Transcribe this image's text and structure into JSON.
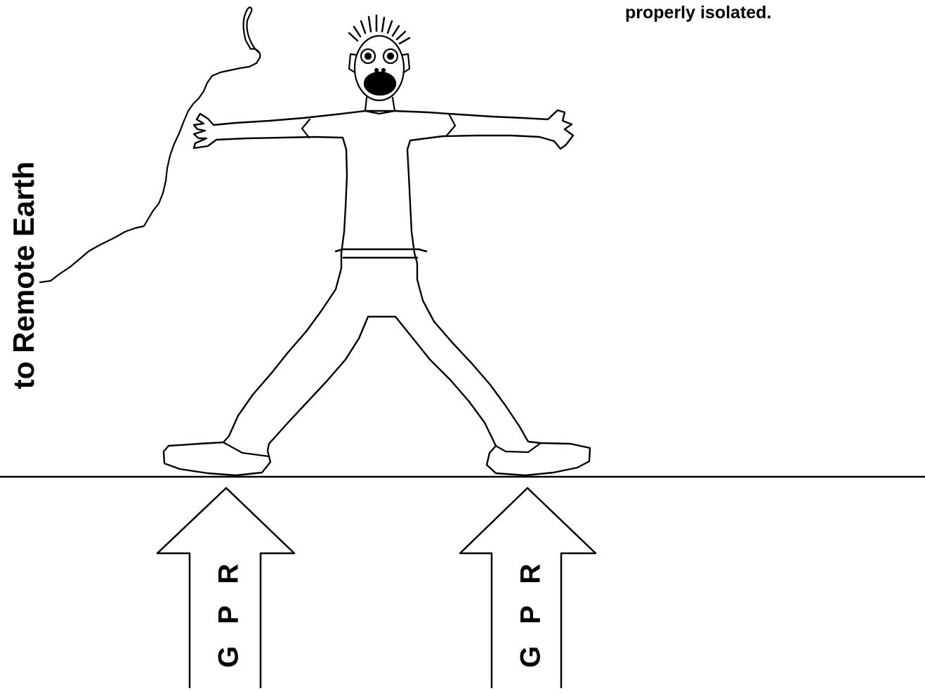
{
  "caption": "properly isolated.",
  "remote_earth_label": "to Remote Earth",
  "gpr_arrows": [
    {
      "label": "G P R"
    },
    {
      "label": "G P R"
    }
  ],
  "colors": {
    "stroke": "#000000",
    "background": "#ffffff"
  }
}
